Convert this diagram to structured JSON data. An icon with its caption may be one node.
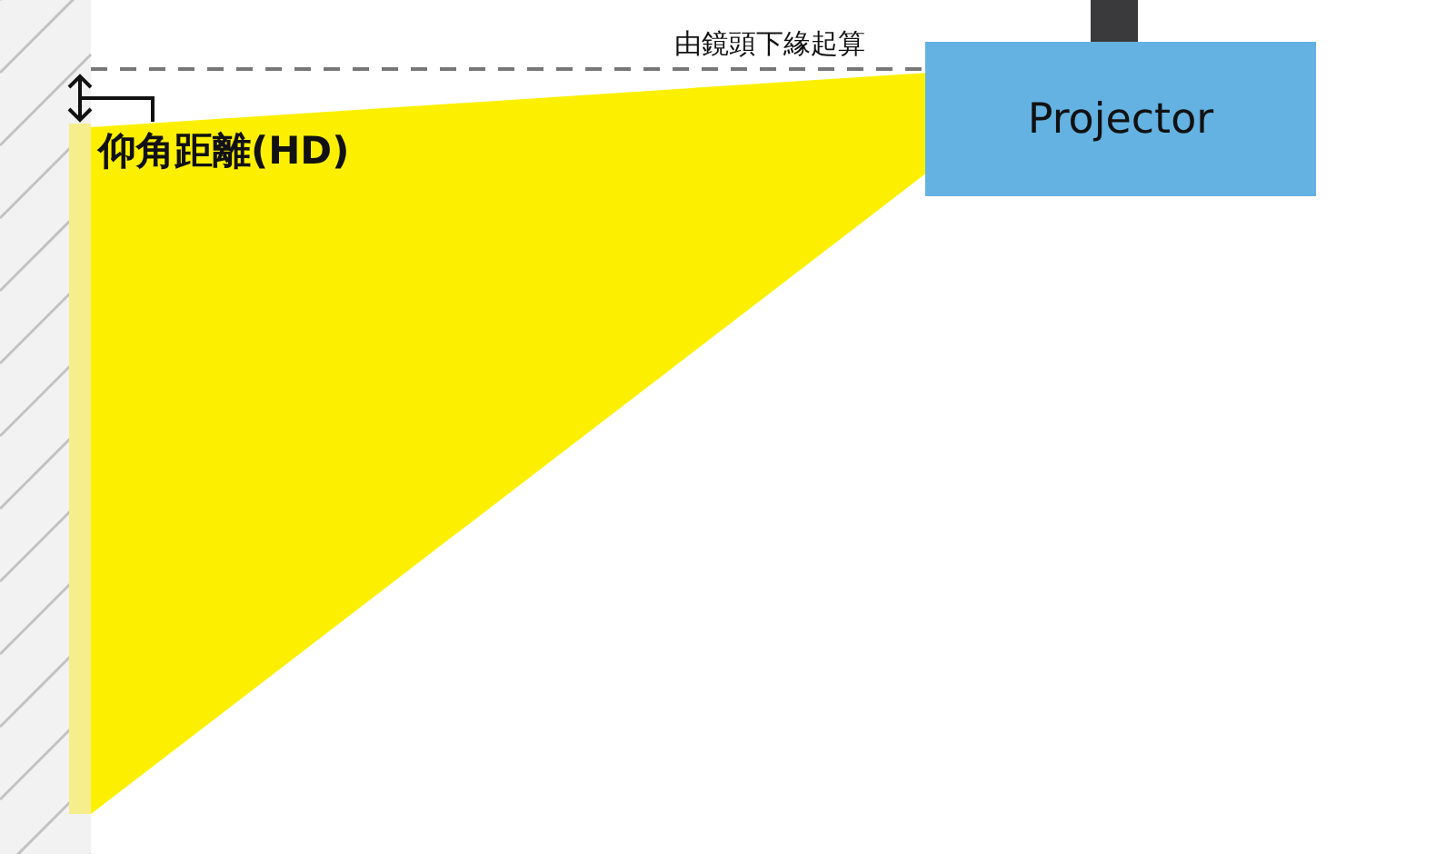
{
  "diagram": {
    "nodes": [
      {
        "text": [
          "Projector"
        ]
      }
    ],
    "labels": [
      "由鏡頭下緣起算",
      "仰角距離(HD)"
    ]
  }
}
